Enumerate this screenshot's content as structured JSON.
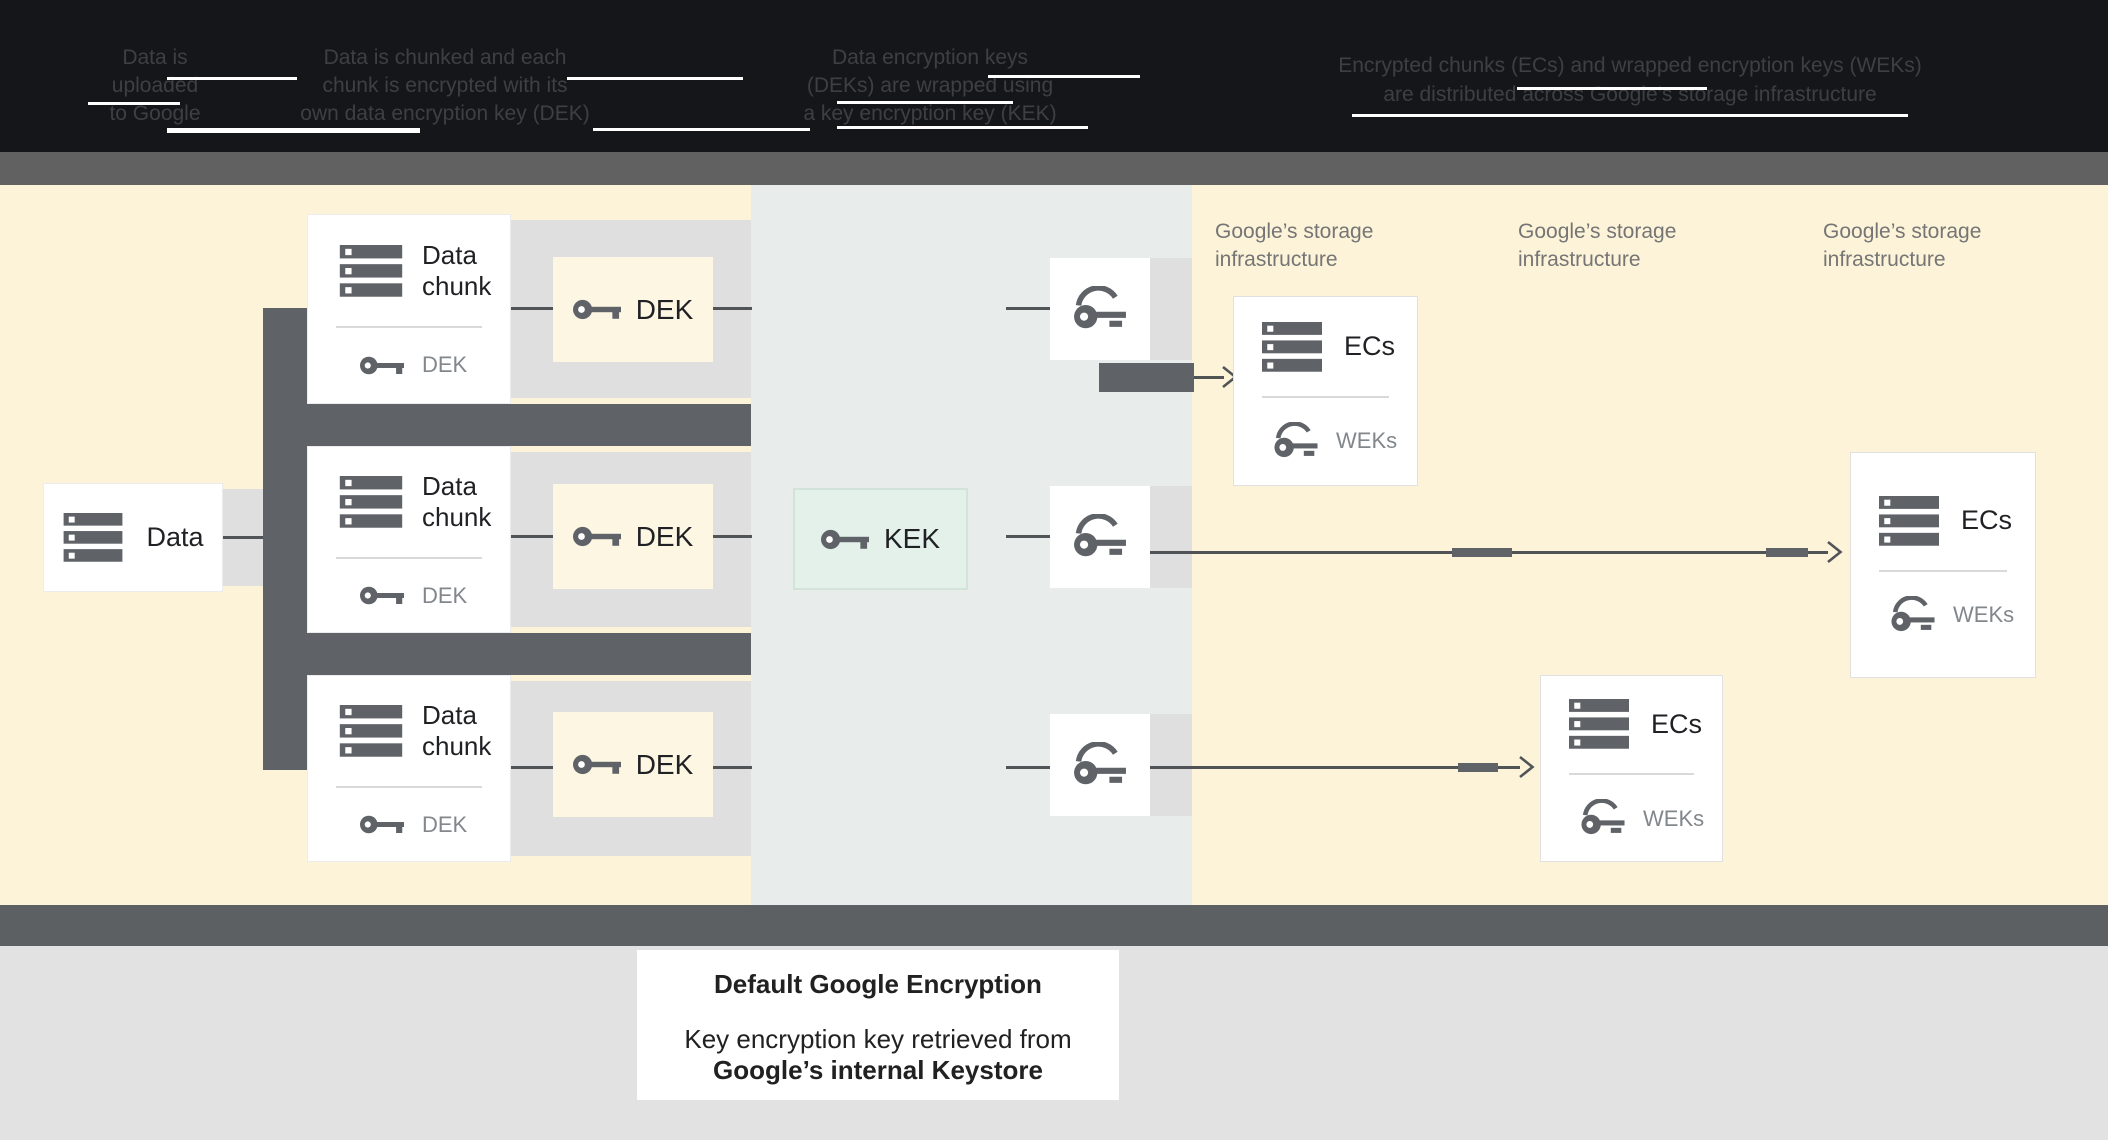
{
  "header": {
    "captions": [
      {
        "lines": [
          "Data is",
          "uploaded",
          "to Google"
        ]
      },
      {
        "lines": [
          "Data is chunked and each",
          "chunk is encrypted with its",
          "own data encryption key (DEK)"
        ]
      },
      {
        "lines": [
          "Data encryption keys",
          "(DEKs) are wrapped using",
          "a key encryption key (KEK)"
        ]
      },
      {
        "lines": [
          "Encrypted chunks (ECs) and wrapped encryption keys (WEKs)",
          "are distributed across Google’s storage infrastructure"
        ]
      }
    ]
  },
  "diagram": {
    "data_node": {
      "label": "Data"
    },
    "chunk_nodes": [
      {
        "title_line1": "Data",
        "title_line2": "chunk",
        "key_label": "DEK"
      },
      {
        "title_line1": "Data",
        "title_line2": "chunk",
        "key_label": "DEK"
      },
      {
        "title_line1": "Data",
        "title_line2": "chunk",
        "key_label": "DEK"
      }
    ],
    "dek_nodes": [
      {
        "label": "DEK"
      },
      {
        "label": "DEK"
      },
      {
        "label": "DEK"
      }
    ],
    "kek_node": {
      "label": "KEK"
    },
    "storage_captions": [
      {
        "line1": "Google’s storage",
        "line2": "infrastructure"
      },
      {
        "line1": "Google’s storage",
        "line2": "infrastructure"
      },
      {
        "line1": "Google’s storage",
        "line2": "infrastructure"
      }
    ],
    "ec_nodes": [
      {
        "title": "ECs",
        "key_label": "WEKs"
      },
      {
        "title": "ECs",
        "key_label": "WEKs"
      },
      {
        "title": "ECs",
        "key_label": "WEKs"
      }
    ]
  },
  "footer": {
    "title": "Default Google Encryption",
    "line1": "Key encryption key retrieved from",
    "line2": "Google’s internal Keystore"
  },
  "colors": {
    "header_bg": "#151619",
    "divider_bar": "#616161",
    "cream_bg": "#fcf3d9",
    "middle_band_bg": "#e8eceb",
    "gray_band": "#dfdfdf",
    "dark_gray": "#5f6368",
    "kek_fill": "#e3f1ea",
    "dek_fill": "#fdf6e3",
    "muted_label": "#82878c",
    "caption_gray": "#757575"
  }
}
